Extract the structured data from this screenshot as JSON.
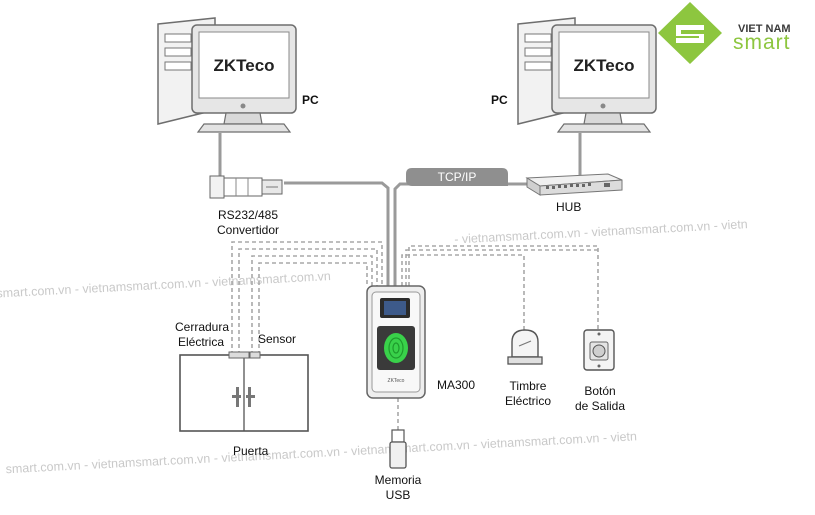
{
  "brand": {
    "logo_line1": "VIET NAM",
    "logo_line2": "smart",
    "accent": "#8dc63f",
    "dark": "#3a3a3a"
  },
  "screens": {
    "left_logo": "ZKTeco",
    "right_logo": "ZKTeco"
  },
  "labels": {
    "pc_left": "PC",
    "pc_right": "PC",
    "tcpip": "TCP/IP",
    "hub": "HUB",
    "converter_line1": "RS232/485",
    "converter_line2": "Convertidor",
    "lock_line1": "Cerradura",
    "lock_line2": "Eléctrica",
    "sensor": "Sensor",
    "door": "Puerta",
    "device": "MA300",
    "bell_line1": "Timbre",
    "bell_line2": "Eléctrico",
    "exit_line1": "Botón",
    "exit_line2": "de Salida",
    "usb_line1": "Memoria",
    "usb_line2": "USB",
    "device_brand": "ZKTeco"
  },
  "watermark": {
    "row1": "sm                       art.com.vn - vietnamsmart.com.vn - vietnamsmart.com.vn - vietnamsmart.com.vn - vietnamsmart.com.vn - vietn",
    "row1_left": "smart.com.vn - vietnamsmart.com.vn - vietnamsmart.com.vn",
    "row1_right": "- vietnamsmart.com.vn - vietnamsmart.com.vn - vietn",
    "row2": "smart.com.vn - vietnamsmart.com.vn - vietnamsmart.com.vn - vietnamsmart.com.vn - vietnamsmart.com.vn - vietn"
  },
  "colors": {
    "line_solid": "#9a9a9a",
    "line_dashed": "#a8a8a8",
    "monitor_frame": "#e6e6e6",
    "tcpip_box": "#8f8f8f"
  }
}
